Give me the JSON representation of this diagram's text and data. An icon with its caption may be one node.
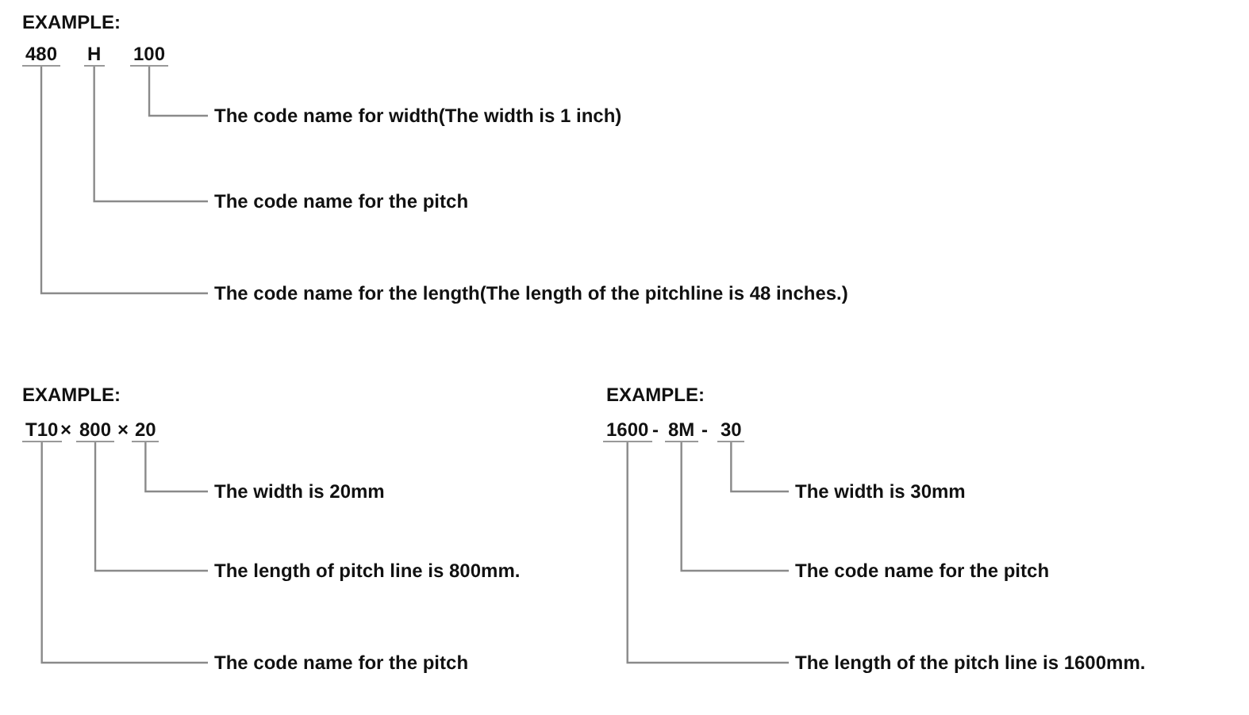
{
  "diagram": {
    "nodes": [
      {
        "text": [
          "480"
        ]
      },
      {
        "text": [
          "H"
        ]
      },
      {
        "text": [
          "100"
        ]
      },
      {
        "text": [
          "The code name for width(The width is 1 inch)"
        ]
      },
      {
        "text": [
          "The code name for the pitch"
        ]
      },
      {
        "text": [
          "The code name for the length(The length of the pitchline is 48 inches.)"
        ]
      },
      {
        "text": [
          "T10"
        ]
      },
      {
        "text": [
          "800"
        ]
      },
      {
        "text": [
          "20"
        ]
      },
      {
        "text": [
          "1600"
        ]
      },
      {
        "text": [
          "8M"
        ]
      },
      {
        "text": [
          "30"
        ]
      },
      {
        "text": [
          "The width is 20mm"
        ]
      },
      {
        "text": [
          "The width is 30mm"
        ]
      },
      {
        "text": [
          "The length of pitch line is 800mm."
        ]
      },
      {
        "text": [
          "The code name for the pitch"
        ]
      },
      {
        "text": [
          "The code name for the pitch"
        ]
      },
      {
        "text": [
          "The length of the pitch line is 1600mm."
        ]
      }
    ],
    "edges": [
      {
        "from": 2,
        "to": 3,
        "arrow": "none"
      },
      {
        "from": 1,
        "to": 4,
        "arrow": "none"
      },
      {
        "from": 0,
        "to": 5,
        "arrow": "none"
      },
      {
        "from": 8,
        "to": 12,
        "arrow": "none"
      },
      {
        "from": 7,
        "to": 14,
        "arrow": "none"
      },
      {
        "from": 6,
        "to": 16,
        "arrow": "none"
      },
      {
        "from": 11,
        "to": 13,
        "arrow": "none"
      },
      {
        "from": 10,
        "to": 15,
        "arrow": "none"
      },
      {
        "from": 9,
        "to": 17,
        "arrow": "none"
      }
    ],
    "labels": [
      "EXAMPLE:",
      "EXAMPLE:",
      "EXAMPLE:",
      "×",
      "×",
      "-",
      "-"
    ]
  }
}
